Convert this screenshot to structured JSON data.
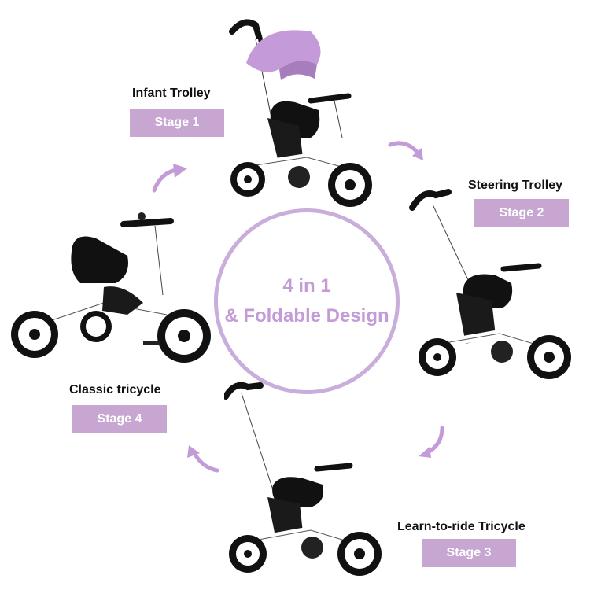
{
  "center": {
    "line1": "4 in 1",
    "line2": "& Foldable Design"
  },
  "stages": [
    {
      "title": "Infant Trolley",
      "badge": "Stage 1"
    },
    {
      "title": "Steering Trolley",
      "badge": "Stage 2"
    },
    {
      "title": "Learn-to-ride Tricycle",
      "badge": "Stage 3"
    },
    {
      "title": "Classic tricycle",
      "badge": "Stage 4"
    }
  ],
  "colors": {
    "accent": "#c7a6d2",
    "circle": "#c9addb",
    "canopy": "#c59ad8",
    "frame": "#ffffff",
    "tire": "#111111"
  },
  "icons": [
    "curved-arrow-icon",
    "tricycle-illustration"
  ]
}
